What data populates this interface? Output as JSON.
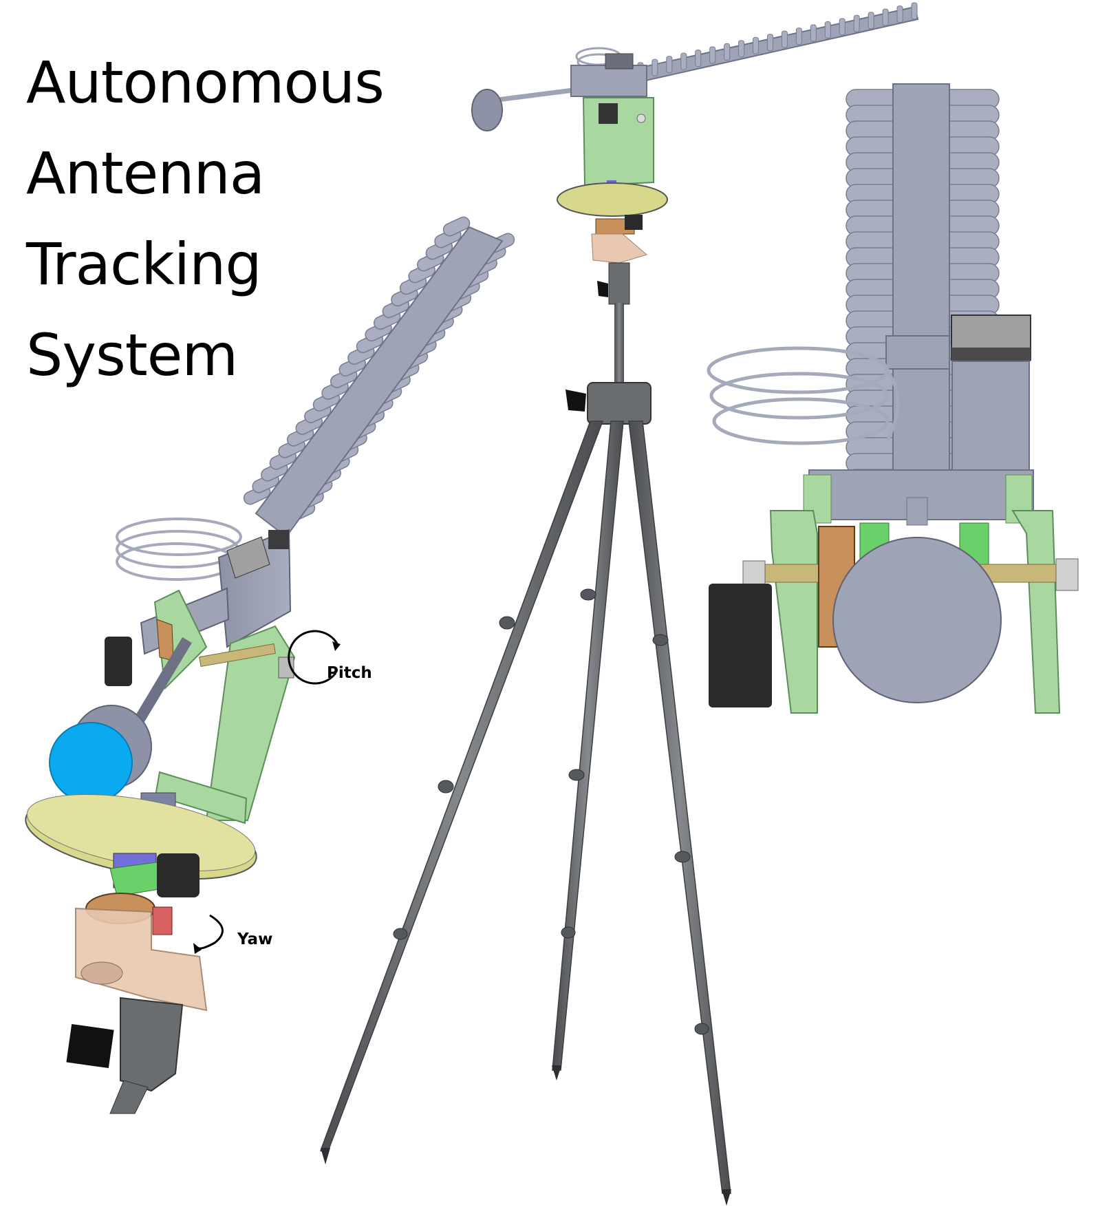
{
  "title": {
    "line1": "Autonomous",
    "line2": "Antenna",
    "line3": "Tracking",
    "line4": "System"
  },
  "annotations": {
    "pitch": "Pitch",
    "yaw": "Yaw"
  },
  "colors": {
    "antenna": "#9ea3b5",
    "bracket": "#a8d8a0",
    "turntable": "#d8d88c",
    "counterweight_cap": "#0aaaf0",
    "gear": "#c8905a",
    "motor": "#2a2a2a",
    "tripod": "#6a6d70",
    "adapter": "#e8c8b0"
  },
  "icons": {
    "pitch_arrow": "rotate-arrow-icon",
    "yaw_arrow": "curved-arrow-icon"
  }
}
